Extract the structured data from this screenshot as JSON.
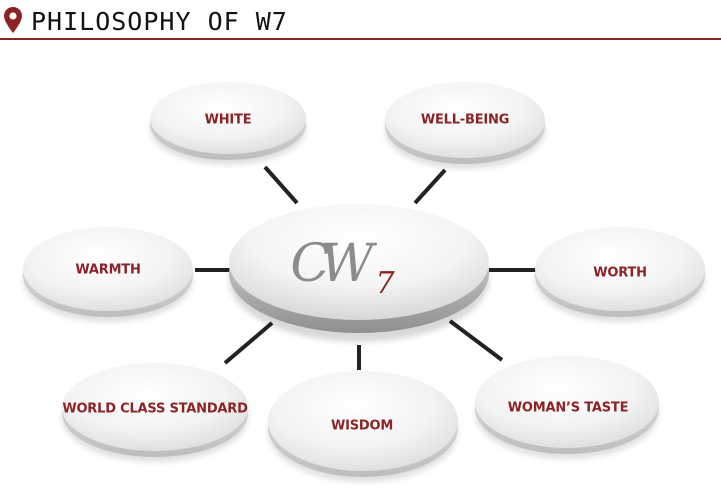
{
  "header": {
    "title": "PHILOSOPHY OF W7",
    "icon": "location-pin-icon"
  },
  "colors": {
    "accent": "#8b2226",
    "label": "#8b2226",
    "connector": "#222222",
    "ellipse_light": "#ffffff",
    "ellipse_dark": "#d8d8d8"
  },
  "center": {
    "logo_letters": "CW",
    "logo_number": "7"
  },
  "nodes": [
    {
      "id": "white",
      "label": "WHITE"
    },
    {
      "id": "well-being",
      "label": "WELL-BEING"
    },
    {
      "id": "warmth",
      "label": "WARMTH"
    },
    {
      "id": "worth",
      "label": "WORTH"
    },
    {
      "id": "world-class-standard",
      "label": "WORLD CLASS STANDARD"
    },
    {
      "id": "wisdom",
      "label": "WISDOM"
    },
    {
      "id": "womans-taste",
      "label": "WOMAN’S TASTE"
    }
  ]
}
